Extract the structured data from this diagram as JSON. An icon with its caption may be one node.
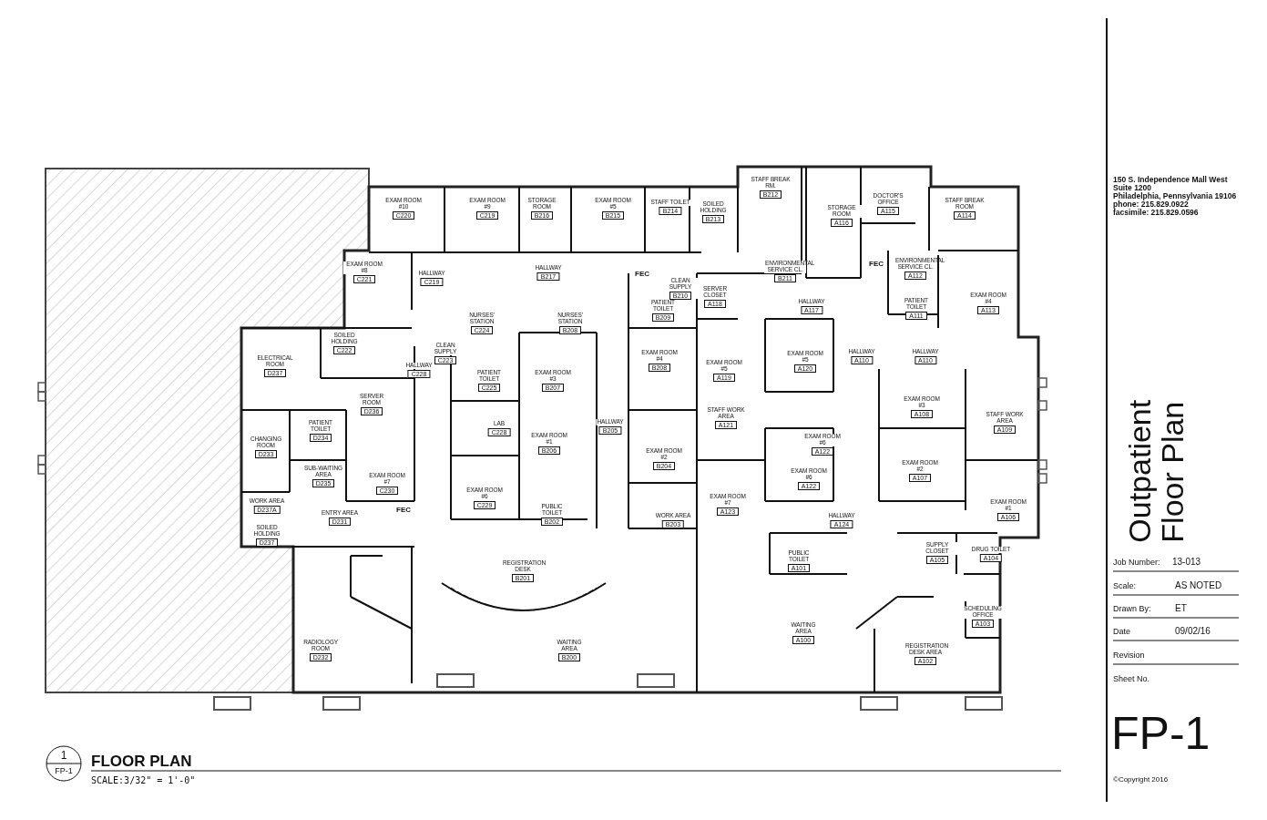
{
  "diagram": {
    "title": "Outpatient Floor Plan",
    "labels": [
      "EXAM ROOM #10",
      "C220",
      "EXAM ROOM #9",
      "C219",
      "STORAGE ROOM",
      "B216",
      "EXAM ROOM #5",
      "B215",
      "EXAM ROOM #8",
      "C221",
      "HALLWAY",
      "C219",
      "HALLWAY",
      "B217",
      "NURSES' STATION",
      "C224",
      "NURSES' STATION",
      "B208",
      "SOILED HOLDING",
      "C222",
      "ELECTRICAL ROOM",
      "D237",
      "CLEAN SUPPLY",
      "C223",
      "HALLWAY",
      "C228",
      "PATIENT TOILET",
      "C225",
      "EXAM ROOM #3",
      "B207",
      "SERVER ROOM",
      "D236",
      "CHANGING ROOM",
      "D233",
      "PATIENT TOILET",
      "D234",
      "SUB-WAITING AREA",
      "D235",
      "EXAM ROOM #7",
      "C230",
      "LAB",
      "C228",
      "EXAM ROOM #1",
      "B206",
      "HALLWAY",
      "B205",
      "EXAM ROOM #6",
      "C229",
      "PUBLIC TOILET",
      "B202",
      "WORK AREA",
      "D237A",
      "SOILED HOLDING",
      "D237",
      "ENTRY AREA",
      "D231",
      "REGISTRATION DESK",
      "B201",
      "RADIOLOGY ROOM",
      "D232",
      "WAITING AREA",
      "B200",
      "STAFF BREAK RM.",
      "B212",
      "STAFF TOILET",
      "B214",
      "SOILED HOLDING",
      "B213",
      "STORAGE ROOM",
      "A116",
      "DOCTOR'S OFFICE",
      "A115",
      "STAFF BREAK ROOM",
      "A114",
      "ENVIRONMENTAL SERVICE CL.",
      "B211",
      "CLEAN SUPPLY",
      "B210",
      "PATIENT TOILET",
      "B209",
      "SERVER CLOSET",
      "A118",
      "HALLWAY",
      "A117",
      "ENVIRONMENTAL SERVICE CL.",
      "A112",
      "PATIENT TOILET",
      "A111",
      "EXAM ROOM #4",
      "A113",
      "EXAM ROOM #4",
      "B208",
      "EXAM ROOM #5",
      "A119",
      "EXAM ROOM #5",
      "A120",
      "HALLWAY",
      "A110",
      "HALLWAY",
      "A110",
      "EXAM ROOM #3",
      "A108",
      "STAFF WORK AREA",
      "A109",
      "STAFF WORK AREA",
      "A121",
      "EXAM ROOM #2",
      "B204",
      "EXAM ROOM #6",
      "A122",
      "EXAM ROOM #6",
      "A122",
      "EXAM ROOM #2",
      "A107",
      "EXAM ROOM #7",
      "A123",
      "HALLWAY",
      "A124",
      "EXAM ROOM #1",
      "A106",
      "WORK AREA",
      "B203",
      "PUBLIC TOILET",
      "A101",
      "SUPPLY CLOSET",
      "A105",
      "DRUG TOILET",
      "A104",
      "WAITING AREA",
      "A100",
      "SCHEDULING OFFICE",
      "A103",
      "REGISTRATION DESK AREA",
      "A102",
      "FEC",
      "FEC",
      "FEC",
      "150 S. Independence Mall West",
      "Suite 1200",
      "Philadelphia, Pennsylvania 19106",
      "phone: 215.829.0922",
      "facsimile: 215.829.0596",
      "Job Number:",
      "13-013",
      "Scale:",
      "AS NOTED",
      "Drawn By:",
      "ET",
      "Date",
      "09/02/16",
      "Revision",
      "Sheet No.",
      "FP-1",
      "©Copyright 2016",
      "1",
      "FP-1",
      "FLOOR PLAN",
      "SCALE:3/32\" = 1'-0\""
    ]
  }
}
